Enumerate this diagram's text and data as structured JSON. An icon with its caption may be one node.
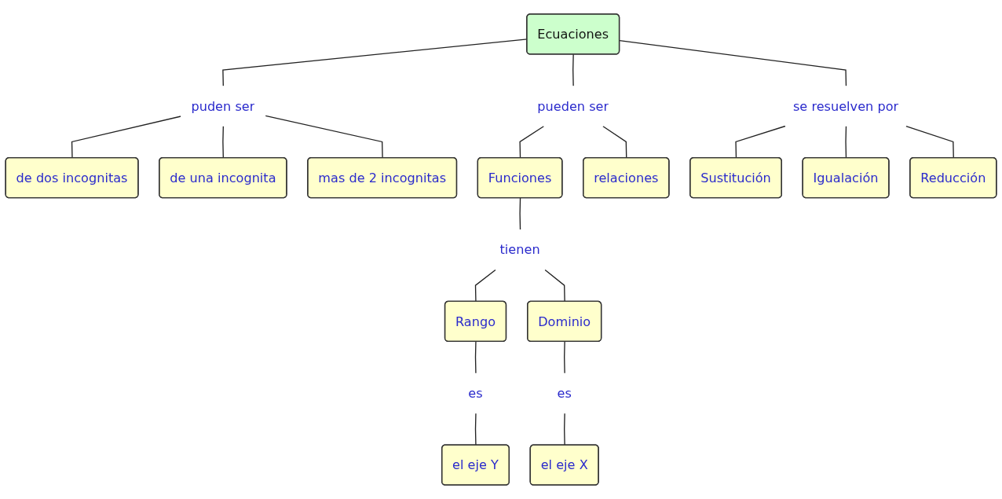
{
  "diagram": {
    "nodes": [
      {
        "text": [
          "Ecuaciones"
        ]
      },
      {
        "text": [
          "puden ser"
        ]
      },
      {
        "text": [
          "pueden ser"
        ]
      },
      {
        "text": [
          "se resuelven por"
        ]
      },
      {
        "text": [
          "de dos incognitas"
        ]
      },
      {
        "text": [
          "de una incognita"
        ]
      },
      {
        "text": [
          "mas de 2 incognitas"
        ]
      },
      {
        "text": [
          "Funciones"
        ]
      },
      {
        "text": [
          "relaciones"
        ]
      },
      {
        "text": [
          "tienen"
        ]
      },
      {
        "text": [
          "Rango"
        ]
      },
      {
        "text": [
          "Dominio"
        ]
      },
      {
        "text": [
          "es"
        ]
      },
      {
        "text": [
          "es"
        ]
      },
      {
        "text": [
          "el eje Y"
        ]
      },
      {
        "text": [
          "el eje  X"
        ]
      },
      {
        "text": [
          "Sustitución"
        ]
      },
      {
        "text": [
          "Igualación"
        ]
      },
      {
        "text": [
          "Reducción"
        ]
      }
    ],
    "edges": [
      {
        "from": 0,
        "to": 1,
        "arrow": "none"
      },
      {
        "from": 0,
        "to": 2,
        "arrow": "none"
      },
      {
        "from": 0,
        "to": 3,
        "arrow": "none"
      },
      {
        "from": 1,
        "to": 4,
        "arrow": "none"
      },
      {
        "from": 1,
        "to": 5,
        "arrow": "none"
      },
      {
        "from": 1,
        "to": 6,
        "arrow": "none"
      },
      {
        "from": 2,
        "to": 7,
        "arrow": "none"
      },
      {
        "from": 2,
        "to": 8,
        "arrow": "none"
      },
      {
        "from": 3,
        "to": 16,
        "arrow": "none"
      },
      {
        "from": 3,
        "to": 17,
        "arrow": "none"
      },
      {
        "from": 3,
        "to": 18,
        "arrow": "none"
      },
      {
        "from": 7,
        "to": 9,
        "arrow": "none"
      },
      {
        "from": 9,
        "to": 10,
        "arrow": "none"
      },
      {
        "from": 9,
        "to": 11,
        "arrow": "none"
      },
      {
        "from": 10,
        "to": 12,
        "arrow": "none"
      },
      {
        "from": 12,
        "to": 14,
        "arrow": "none"
      },
      {
        "from": 11,
        "to": 13,
        "arrow": "none"
      },
      {
        "from": 13,
        "to": 15,
        "arrow": "none"
      }
    ]
  }
}
